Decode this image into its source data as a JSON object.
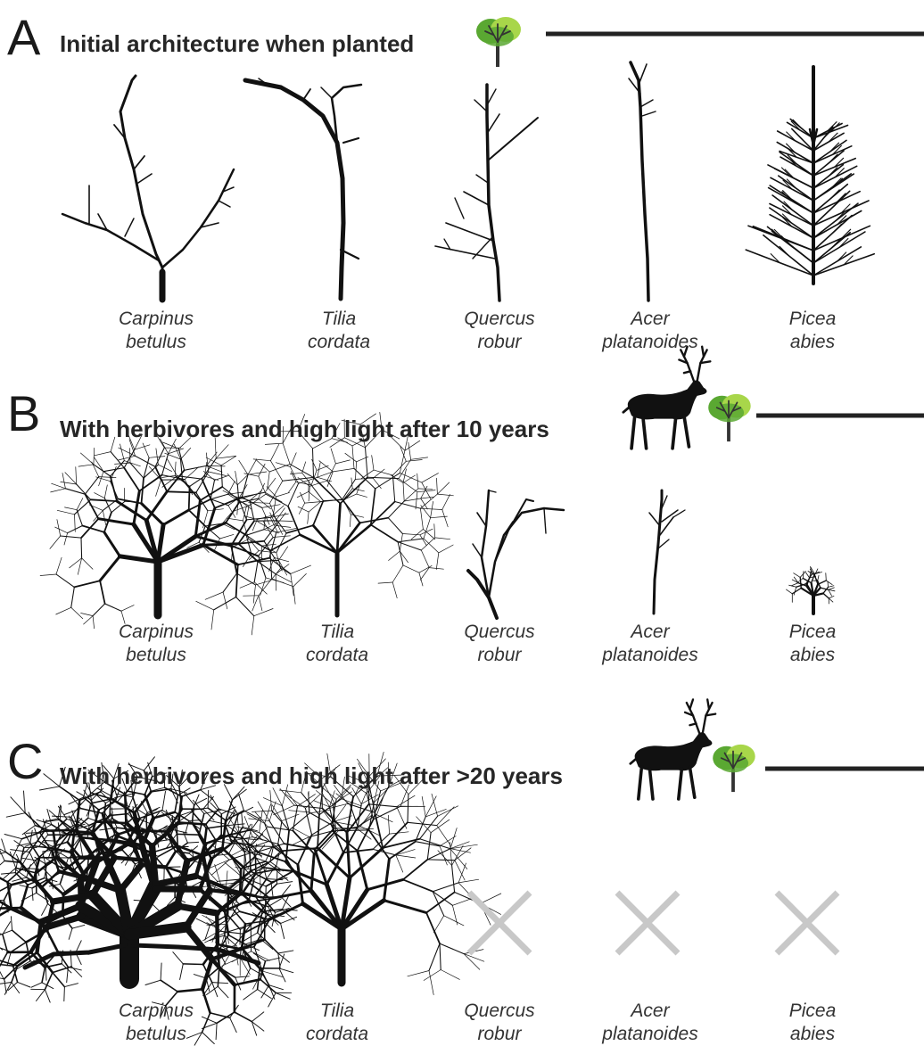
{
  "panels": [
    {
      "letter": "A",
      "title": "Initial architecture when planted",
      "herbivore": false,
      "stage": "planted"
    },
    {
      "letter": "B",
      "title": "With herbivores and high light after 10 years",
      "herbivore": true,
      "stage": "10y"
    },
    {
      "letter": "C",
      "title": "With herbivores and high light after >20 years",
      "herbivore": true,
      "stage": "20y"
    }
  ],
  "species": [
    {
      "genus": "Carpinus",
      "epithet": "betulus"
    },
    {
      "genus": "Tilia",
      "epithet": "cordata"
    },
    {
      "genus": "Quercus",
      "epithet": "robur"
    },
    {
      "genus": "Acer",
      "epithet": "platanoides"
    },
    {
      "genus": "Picea",
      "epithet": "abies"
    }
  ],
  "status": {
    "A": [
      "present",
      "present",
      "present",
      "present",
      "present"
    ],
    "B": [
      "present",
      "present",
      "present",
      "present",
      "present"
    ],
    "C": [
      "present",
      "present",
      "absent",
      "absent",
      "absent"
    ]
  },
  "icons": {
    "sapling": "sapling-icon",
    "deer": "deer-icon",
    "absent": "cross-icon"
  },
  "colors": {
    "ink": "#111111",
    "cross": "#c8c8c8",
    "canopy_dark": "#5aa832",
    "canopy_light": "#a8d64a",
    "rule": "#222222"
  }
}
